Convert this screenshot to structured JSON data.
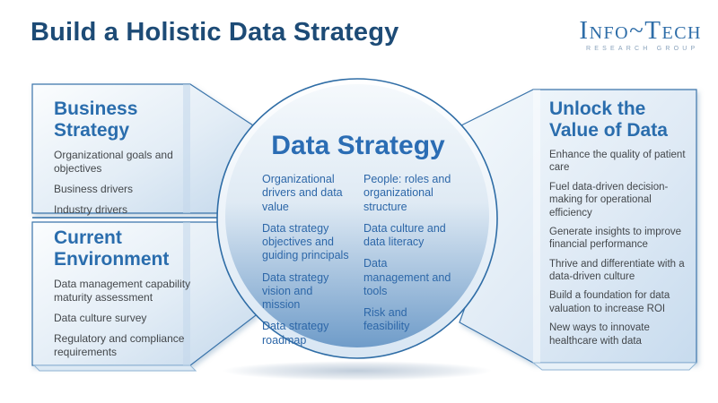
{
  "header": {
    "title": "Build a Holistic Data Strategy"
  },
  "logo": {
    "name": "Info~Tech",
    "subtitle": "RESEARCH GROUP"
  },
  "left_top": {
    "title": "Business Strategy",
    "items": [
      "Organizational goals and objectives",
      "Business drivers",
      "Industry drivers"
    ]
  },
  "left_bottom": {
    "title": "Current Environment",
    "items": [
      "Data management capability maturity assessment",
      "Data culture survey",
      "Regulatory and compliance requirements"
    ]
  },
  "center": {
    "title": "Data Strategy",
    "col1": [
      "Organizational drivers and data value",
      "Data strategy objectives and guiding principals",
      "Data strategy vision and mission",
      "Data strategy roadmap"
    ],
    "col2": [
      "People: roles and organizational structure",
      "Data culture and data literacy",
      "Data management and tools",
      "Risk and feasibility"
    ]
  },
  "right": {
    "title": "Unlock the Value of Data",
    "items": [
      "Enhance the quality of patient care",
      "Fuel data-driven decision-making for operational efficiency",
      "Generate insights to improve financial performance",
      "Thrive and differentiate with a data-driven culture",
      "Build a foundation for data valuation to increase ROI",
      "New ways to innovate healthcare with data"
    ]
  },
  "colors": {
    "title_text": "#1d4b76",
    "accent_blue": "#2a6dad",
    "body_text": "#43474b",
    "outline_blue": "#3a74ab",
    "circle_fill_bottom": "#6f9cc9",
    "logo_blue": "#2e6da8"
  }
}
